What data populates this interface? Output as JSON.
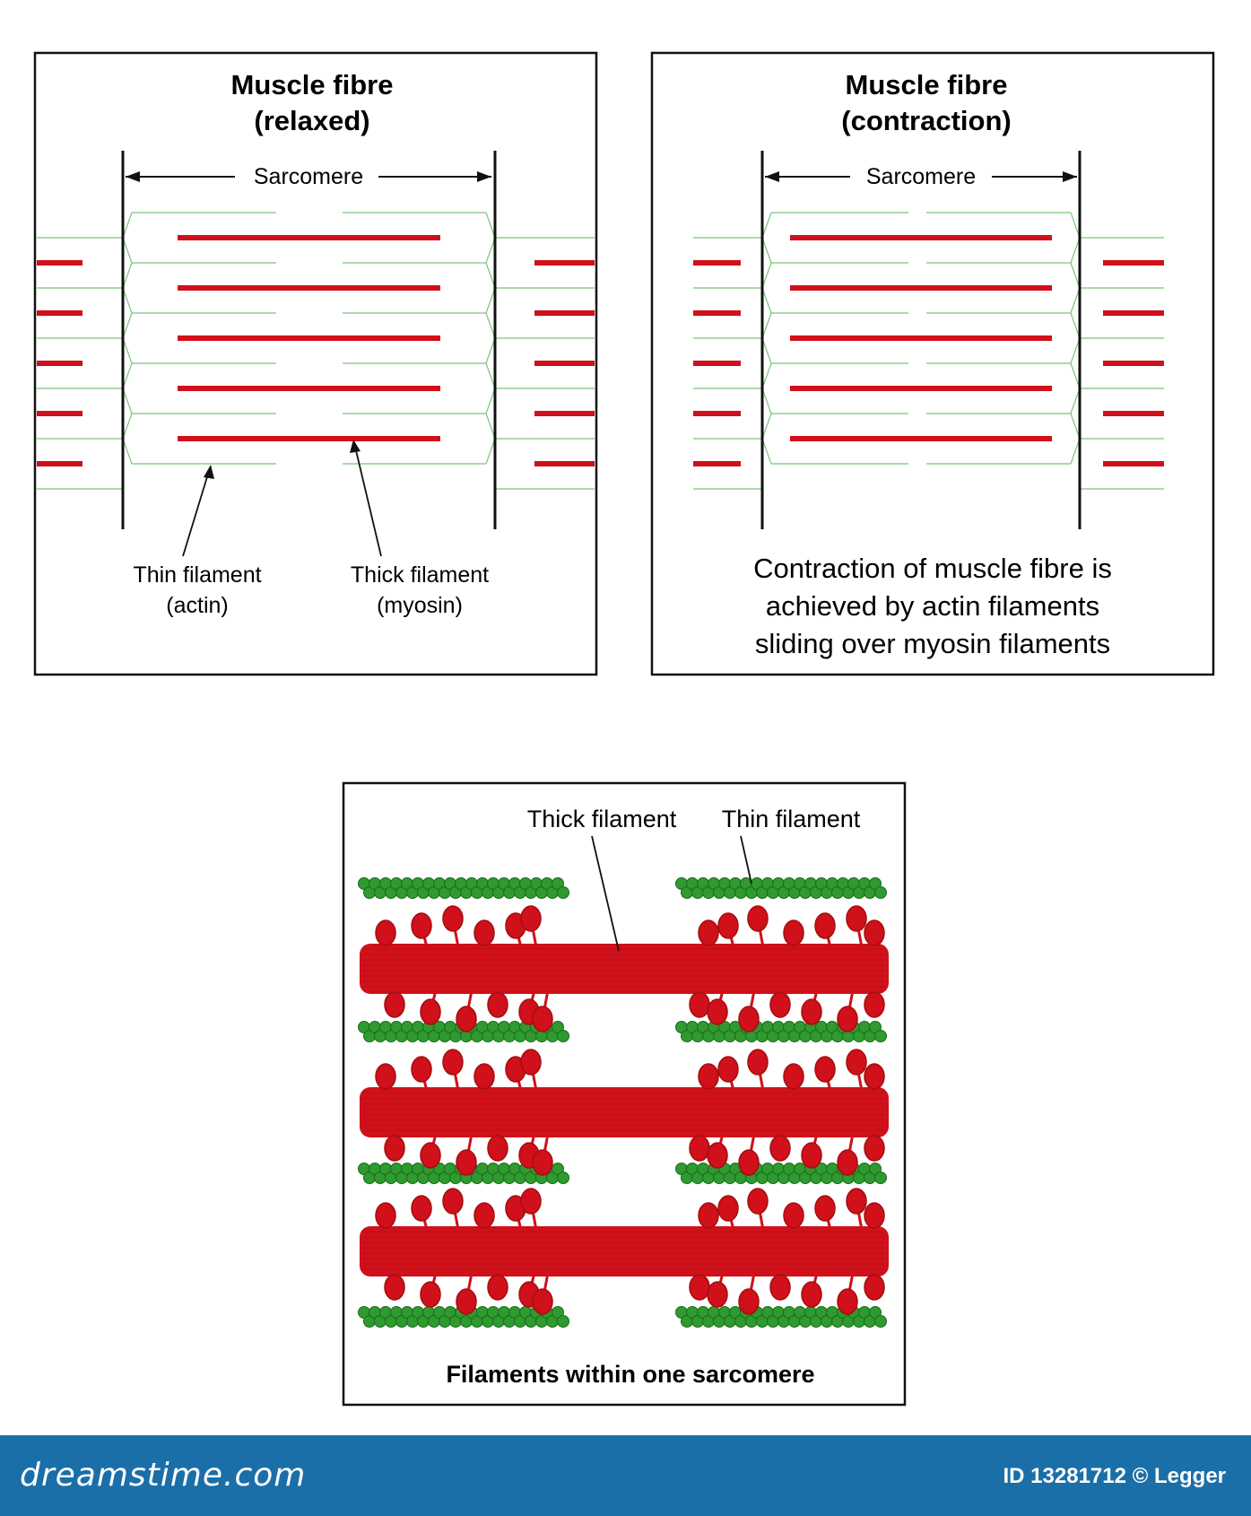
{
  "colors": {
    "thick": "#d0101a",
    "thin": "#2f9a2f",
    "thin_line": "#7cc47c",
    "dark_red": "#a50e10",
    "footer": "#1a6fa8"
  },
  "panel_relaxed": {
    "title_line1": "Muscle fibre",
    "title_line2": "(relaxed)",
    "sarcomere": "Sarcomere",
    "thin_label_1": "Thin filament",
    "thin_label_2": "(actin)",
    "thick_label_1": "Thick filament",
    "thick_label_2": "(myosin)"
  },
  "panel_contraction": {
    "title_line1": "Muscle fibre",
    "title_line2": "(contraction)",
    "sarcomere": "Sarcomere",
    "caption_line1": "Contraction of muscle fibre is",
    "caption_line2": "achieved by actin filaments",
    "caption_line3": "sliding over myosin filaments"
  },
  "panel_detail": {
    "thick_label": "Thick filament",
    "thin_label": "Thin filament",
    "caption": "Filaments within one sarcomere"
  },
  "footer": {
    "brand": "dreamstime.com",
    "credit": "ID 13281712 © Legger"
  }
}
